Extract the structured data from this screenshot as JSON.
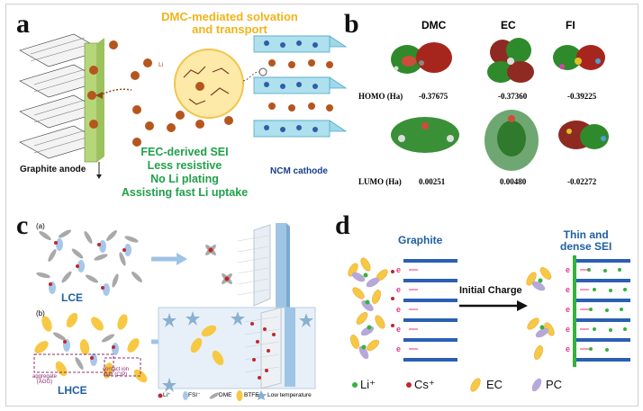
{
  "panel_a": {
    "letter": "a",
    "top_title": "DMC-mediated solvation\nand transport",
    "anode_label": "Graphite anode",
    "cathode_label": "NCM cathode",
    "sei_lines": [
      "FEC-derived SEI",
      "Less resistive",
      "No Li plating",
      "Assisting fast Li uptake"
    ],
    "sphere_label": "Li",
    "colors": {
      "yellow": "#f2b318",
      "green": "#21a04a",
      "blue_text": "#1a3d8f"
    }
  },
  "panel_b": {
    "letter": "b",
    "columns": [
      "DMC",
      "EC",
      "FI"
    ],
    "homo_label": "HOMO (Ha)",
    "lumo_label": "LUMO (Ha)",
    "homo_values": [
      "-0.37675",
      "-0.37360",
      "-0.39225"
    ],
    "lumo_values": [
      "0.00251",
      "0.00480",
      "-0.02272"
    ]
  },
  "panel_c": {
    "letter": "c",
    "sub_a": "(a)",
    "sub_b": "(b)",
    "lce_label": "LCE",
    "lhce_label": "LHCE",
    "agg_label": "aggregate\n(AGG)",
    "cip_label": "contact ion\npair (CIP)",
    "legend": [
      "Li⁺",
      "FSI⁻",
      "DME",
      "BTFE",
      "Low temperature"
    ]
  },
  "panel_d": {
    "letter": "d",
    "graphite_label": "Graphite",
    "sei_label": "Thin and\ndense SEI",
    "arrow_label": "Initial Charge",
    "electron": "e",
    "legend": [
      "Li⁺",
      "Cs⁺",
      "EC",
      "PC"
    ]
  }
}
